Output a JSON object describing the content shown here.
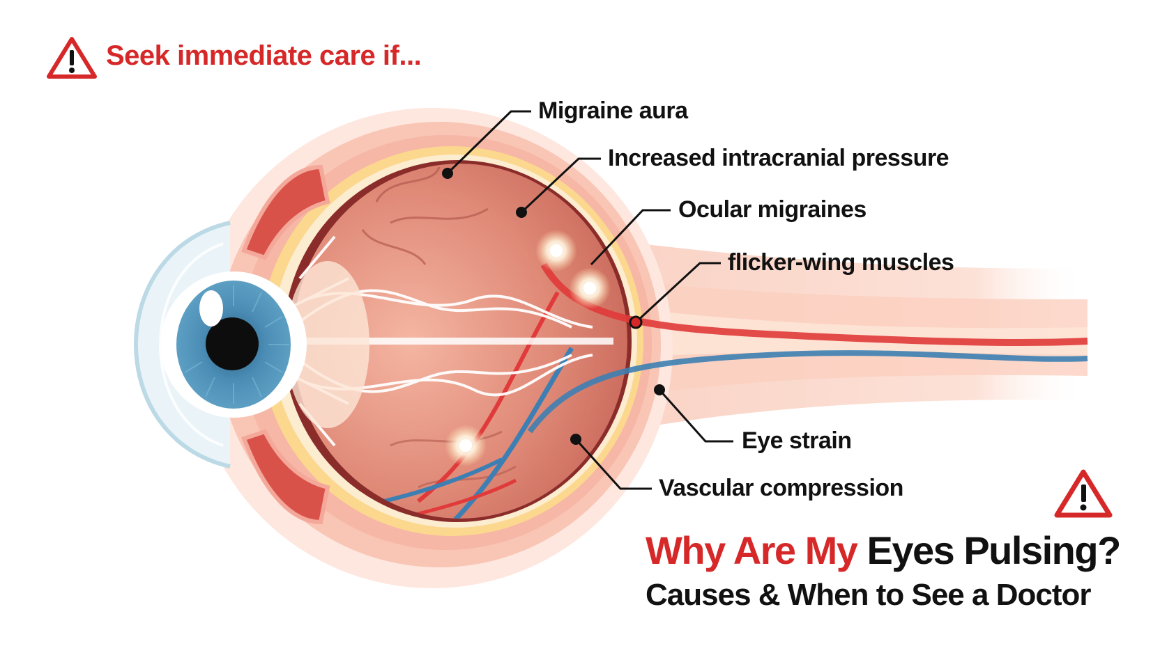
{
  "warning": {
    "text": "Seek immediate care if...",
    "icon": "warning-triangle-icon",
    "color": "#d62828"
  },
  "labels": [
    {
      "text": "Migraine aura"
    },
    {
      "text": "Increased intracranial pressure"
    },
    {
      "text": "Ocular migraines"
    },
    {
      "text": "flicker-wing muscles"
    },
    {
      "text": "Eye strain"
    },
    {
      "text": "Vascular compression"
    }
  ],
  "headline": {
    "part1": "Why Are My",
    "part2": "Eyes Pulsing?"
  },
  "subheadline": "Causes & When to See a Doctor",
  "colors": {
    "accent_red": "#d62828",
    "iris_blue": "#4a8cb4",
    "artery_red": "#e03a3a",
    "vein_blue": "#3d7fb3",
    "tissue": "#d97a6c"
  }
}
